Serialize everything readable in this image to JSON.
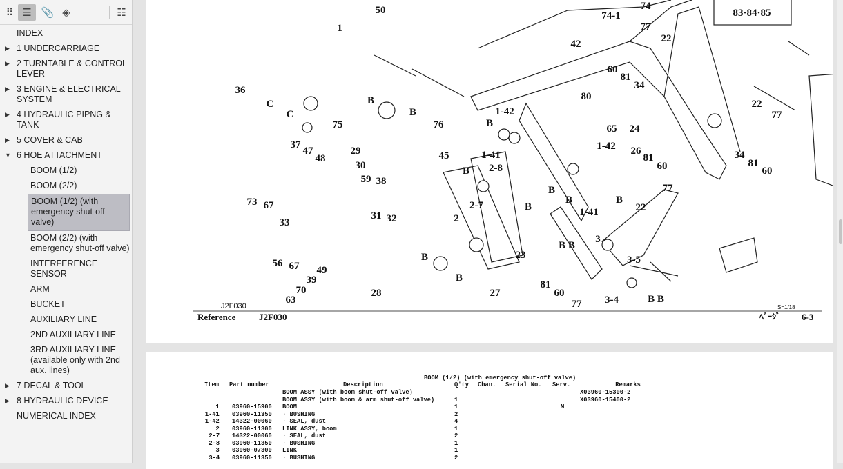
{
  "toolbar": {
    "buttons": [
      {
        "name": "thumbnails-icon",
        "glyph": "⠿"
      },
      {
        "name": "bookmarks-icon",
        "glyph": "☰"
      },
      {
        "name": "attachments-icon",
        "glyph": "📎"
      },
      {
        "name": "layers-icon",
        "glyph": "◈"
      },
      {
        "name": "collapse-outline-icon",
        "glyph": "☷"
      }
    ],
    "active": 1
  },
  "outline": [
    {
      "label": "INDEX",
      "level": 0,
      "exp": false
    },
    {
      "label": "1 UNDERCARRIAGE",
      "level": 0,
      "exp": true
    },
    {
      "label": "2 TURNTABLE & CONTROL LEVER",
      "level": 0,
      "exp": true
    },
    {
      "label": "3 ENGINE & ELECTRICAL SYSTEM",
      "level": 0,
      "exp": true
    },
    {
      "label": "4 HYDRAULIC PIPNG & TANK",
      "level": 0,
      "exp": true
    },
    {
      "label": "5 COVER & CAB",
      "level": 0,
      "exp": true
    },
    {
      "label": "6 HOE ATTACHMENT",
      "level": 0,
      "exp": true,
      "open": true
    },
    {
      "label": "BOOM (1/2)",
      "level": 1
    },
    {
      "label": "BOOM (2/2)",
      "level": 1
    },
    {
      "label": "BOOM (1/2) (with emergency shut-off valve)",
      "level": 1,
      "selected": true
    },
    {
      "label": "BOOM (2/2) (with emergency shut-off valve)",
      "level": 1
    },
    {
      "label": "INTERFERENCE SENSOR",
      "level": 1
    },
    {
      "label": "ARM",
      "level": 1
    },
    {
      "label": "BUCKET",
      "level": 1
    },
    {
      "label": "AUXILIARY LINE",
      "level": 1
    },
    {
      "label": "2ND AUXILIARY LINE",
      "level": 1
    },
    {
      "label": "3RD AUXILIARY LINE (available only with 2nd aux. lines)",
      "level": 1
    },
    {
      "label": "7 DECAL & TOOL",
      "level": 0,
      "exp": true
    },
    {
      "label": "8 HYDRAULIC DEVICE",
      "level": 0,
      "exp": true
    },
    {
      "label": "NUMERICAL INDEX",
      "level": 0,
      "exp": false
    }
  ],
  "diagram": {
    "callouts": [
      "50",
      "1",
      "74-1",
      "74",
      "42",
      "77",
      "22",
      "36",
      "60",
      "81",
      "34",
      "80",
      "C",
      "C",
      "B",
      "B",
      "1-42",
      "22",
      "77",
      "75",
      "76",
      "B",
      "65",
      "24",
      "37",
      "47",
      "48",
      "29",
      "1-41",
      "45",
      "1-42",
      "26",
      "81",
      "60",
      "34",
      "81",
      "60",
      "30",
      "B",
      "2-8",
      "59",
      "38",
      "77",
      "B",
      "B",
      "B",
      "22",
      "1-41",
      "73",
      "67",
      "2-7",
      "B",
      "31",
      "32",
      "33",
      "2",
      "B B",
      "3",
      "56",
      "67",
      "23",
      "3-5",
      "B",
      "49",
      "39",
      "B",
      "70",
      "28",
      "27",
      "81",
      "60",
      "63",
      "77",
      "3-4",
      "B B"
    ],
    "box_label": "83·84·85",
    "figure_code": "J2F030",
    "reference_label": "Reference",
    "reference_code": "J2F030",
    "sheet": "S=1/18",
    "page_label": "ﾍﾟｰｼﾞ",
    "page_no": "6-3"
  },
  "parts_table": {
    "title": "BOOM (1/2) (with emergency shut-off valve)",
    "headers": [
      "Item",
      "Part number",
      "Description",
      "Q'ty",
      "Chan.",
      "Serial No.",
      "Serv.",
      "Remarks"
    ],
    "rows": [
      [
        "",
        "",
        "BOOM ASSY (with boom shut-off valve)",
        "",
        "",
        "",
        "",
        "X03960-15300-2"
      ],
      [
        "",
        "",
        "BOOM ASSY (with boom & arm shut-off valve)",
        "1",
        "",
        "",
        "",
        "X03960-15400-2"
      ],
      [
        "1",
        "03960-15900",
        "BOOM",
        "1",
        "",
        "",
        "M",
        ""
      ],
      [
        "1-41",
        "03960-11350",
        "· BUSHING",
        "2",
        "",
        "",
        "",
        ""
      ],
      [
        "1-42",
        "14322-00060",
        "· SEAL, dust",
        "4",
        "",
        "",
        "",
        ""
      ],
      [
        "2",
        "03960-11300",
        "LINK ASSY, boom",
        "1",
        "",
        "",
        "",
        ""
      ],
      [
        "2-7",
        "14322-00060",
        "· SEAL, dust",
        "2",
        "",
        "",
        "",
        ""
      ],
      [
        "2-8",
        "03960-11350",
        "· BUSHING",
        "1",
        "",
        "",
        "",
        ""
      ],
      [
        "3",
        "03960-07300",
        "LINK",
        "1",
        "",
        "",
        "",
        ""
      ],
      [
        "3-4",
        "03960-11350",
        "· BUSHING",
        "2",
        "",
        "",
        "",
        ""
      ]
    ]
  }
}
